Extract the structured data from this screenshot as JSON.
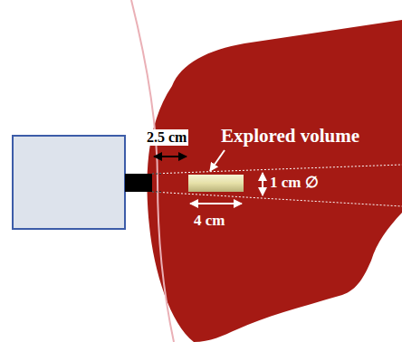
{
  "diagram": {
    "labels": [
      "2.5 cm",
      "Explored volume",
      "1 cm ∅",
      "4 cm"
    ]
  }
}
